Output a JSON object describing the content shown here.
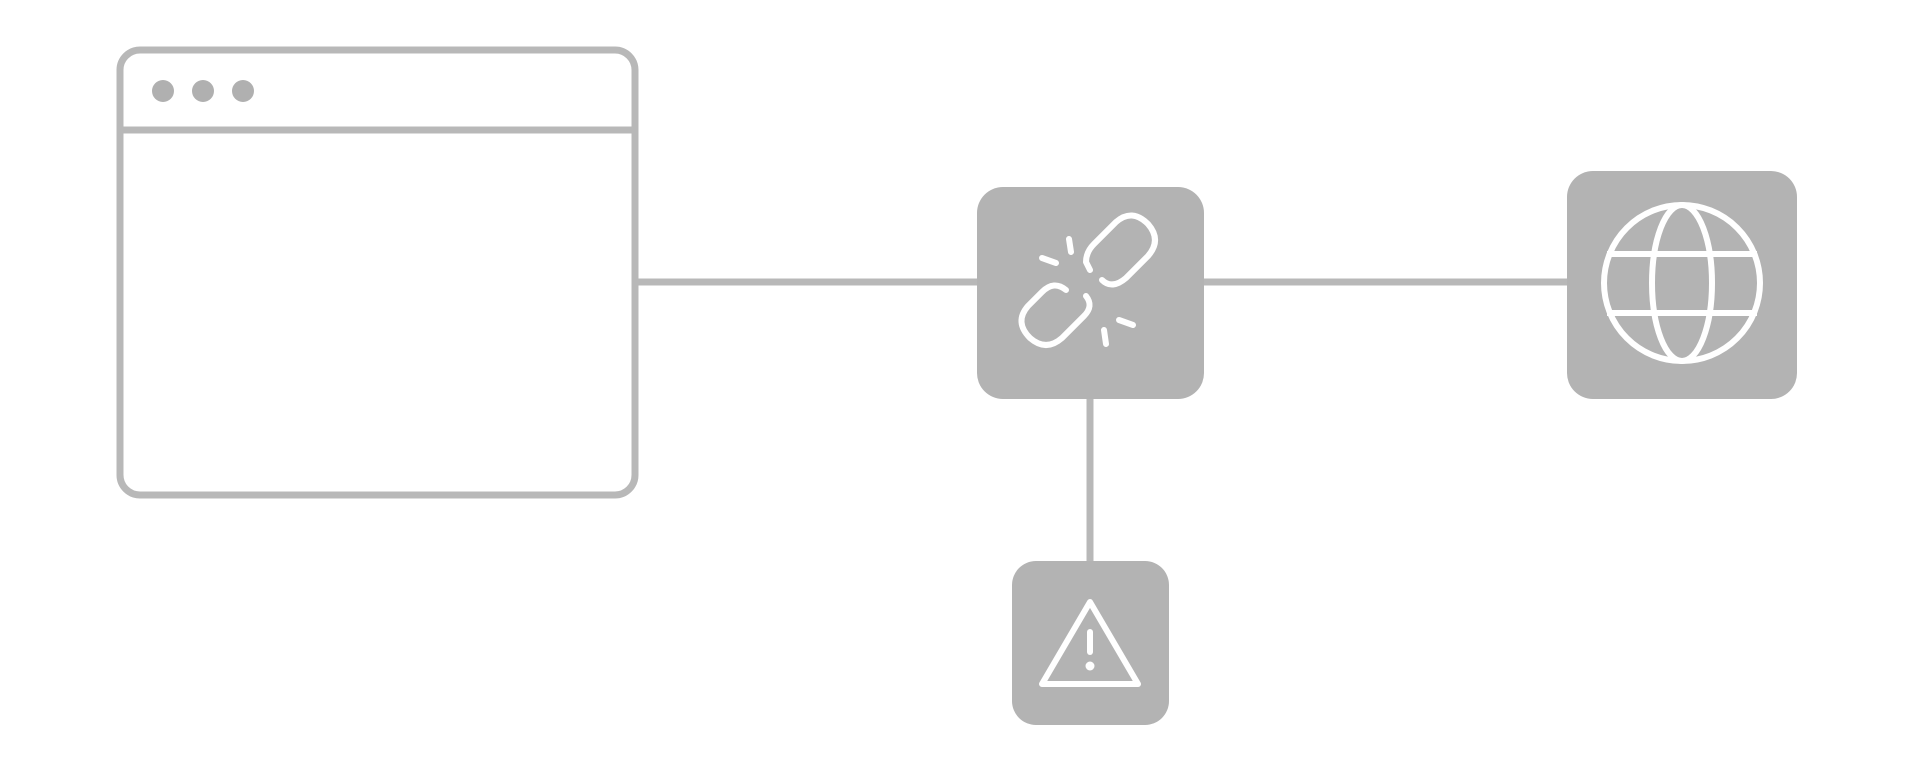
{
  "diagram": {
    "colors": {
      "background": "#ffffff",
      "outline": "#b8b8b8",
      "node_fill": "#b3b3b3",
      "icon_stroke": "#ffffff",
      "window_dots": "#b0b0b0"
    },
    "nodes": [
      {
        "id": "browser",
        "icon": "browser-window-icon"
      },
      {
        "id": "broken-link",
        "icon": "broken-link-icon"
      },
      {
        "id": "internet",
        "icon": "globe-icon"
      },
      {
        "id": "error",
        "icon": "warning-icon"
      }
    ],
    "connections": [
      {
        "from": "browser",
        "to": "broken-link"
      },
      {
        "from": "broken-link",
        "to": "internet"
      },
      {
        "from": "broken-link",
        "to": "error"
      }
    ]
  }
}
